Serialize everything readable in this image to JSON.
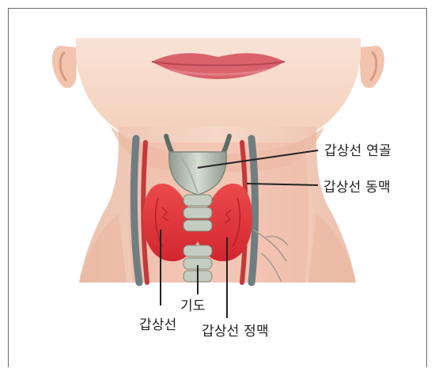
{
  "labels": {
    "thyroid_cartilage": "갑상선 연골",
    "thyroid_artery": "갑상선 동맥",
    "trachea": "기도",
    "thyroid_gland": "갑상선",
    "thyroid_vein": "갑상선 정맥"
  },
  "colors": {
    "skin": "#f6d7c6",
    "skin_shade": "#efbfa8",
    "lips": "#d9626c",
    "thyroid": "#e1363c",
    "cartilage": "#b6c1b4",
    "vessel": "#6f7e83"
  }
}
